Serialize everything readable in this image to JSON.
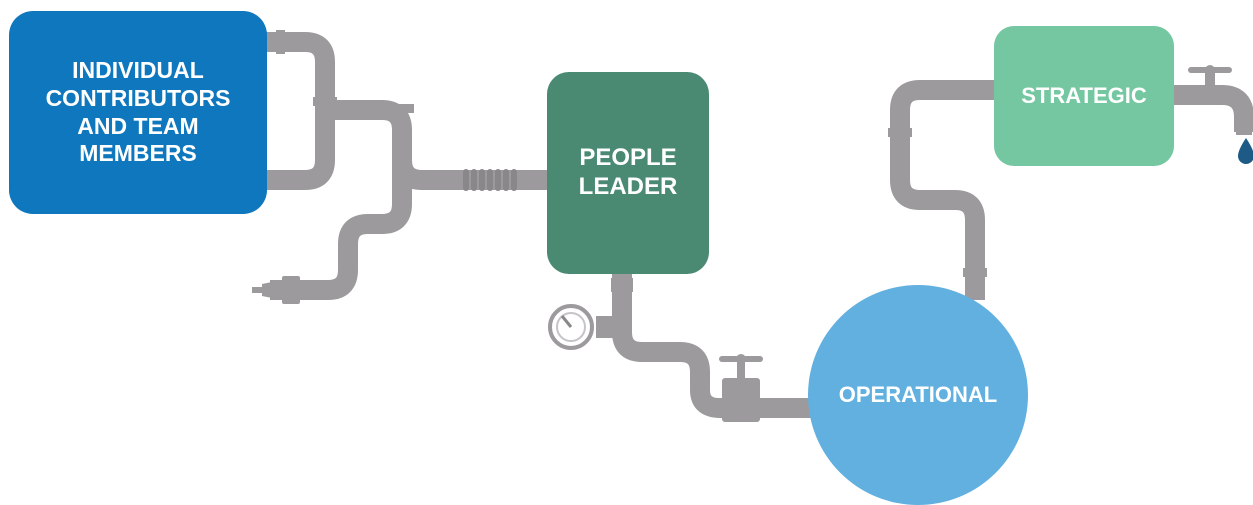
{
  "colors": {
    "pipe": "#9d9a9e",
    "pipe_dark": "#8a878b",
    "individual_contributors": "#0f77bd",
    "people_leader": "#4a8a72",
    "operational": "#62b0e0",
    "strategic": "#74c7a1",
    "water_drop": "#1d5a86"
  },
  "nodes": {
    "individual_contributors": {
      "label": "INDIVIDUAL\nCONTRIBUTORS\nAND TEAM\nMEMBERS"
    },
    "people_leader": {
      "label": "PEOPLE\nLEADER"
    },
    "operational": {
      "label": "OPERATIONAL"
    },
    "strategic": {
      "label": "STRATEGIC"
    }
  },
  "decorations": [
    "pipe-network",
    "pressure-gauge-icon",
    "valve-wheel-icon",
    "faucet-icon",
    "water-drop-icon",
    "pipe-bellows-icon",
    "pipe-outlet-nozzle-icon"
  ]
}
